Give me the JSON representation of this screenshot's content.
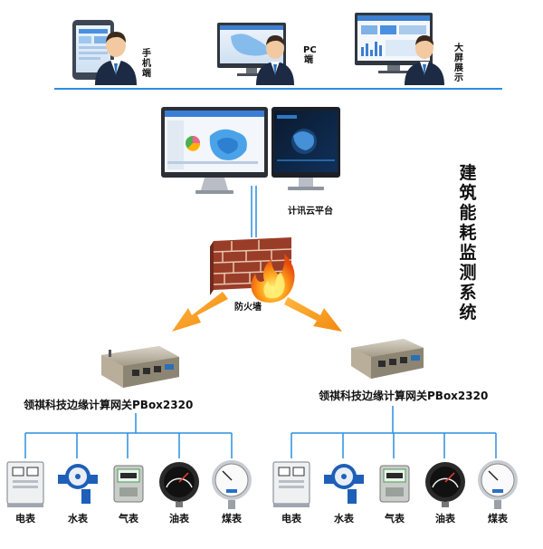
{
  "terminals": {
    "mobile": "手机端",
    "pc": "PC端",
    "bigscreen": "大屏展示"
  },
  "cloud_label": "计讯云平台",
  "firewall_label": "防火墙",
  "system_title": "建筑能耗监测系统",
  "gateway_left_label": "领祺科技边缘计算网关PBox2320",
  "gateway_right_label": "领祺科技边缘计算网关PBox2320",
  "meters_left": [
    "电表",
    "水表",
    "气表",
    "油表",
    "煤表"
  ],
  "meters_right": [
    "电表",
    "水表",
    "气表",
    "油表",
    "煤表"
  ],
  "colors": {
    "line_blue": "#2a8fe0",
    "arrow_orange": "#f59a1b",
    "brick": "#a0402a",
    "fire": "#ff7a00",
    "suit": "#1c2a44"
  }
}
